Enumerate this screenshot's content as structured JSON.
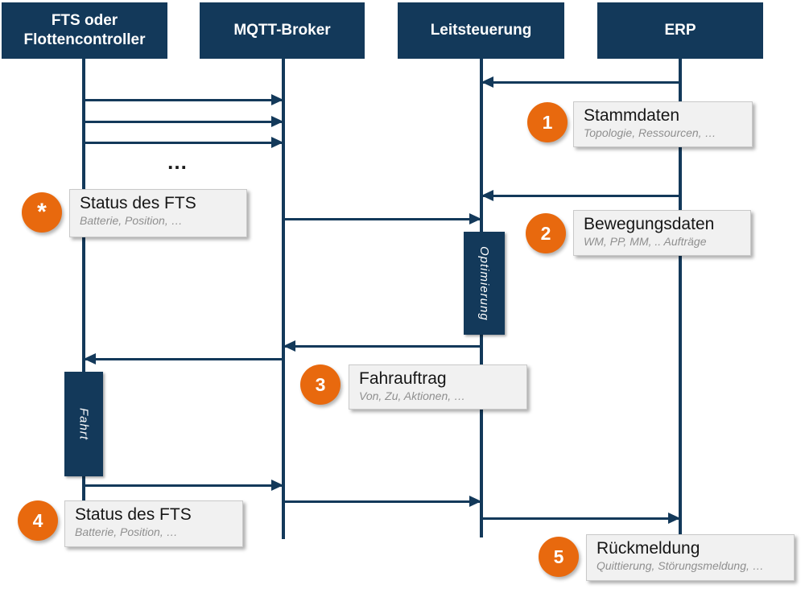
{
  "diagram": {
    "type": "sequence-diagram",
    "actors": [
      {
        "label": "FTS oder Flottencontroller"
      },
      {
        "label": "MQTT-Broker"
      },
      {
        "label": "Leitsteuerung"
      },
      {
        "label": "ERP"
      }
    ],
    "ellipsis": "…",
    "activations": [
      {
        "label": "Optimierung",
        "lifeline": "Leitsteuerung"
      },
      {
        "label": "Fahrt",
        "lifeline": "FTS oder Flottencontroller"
      }
    ],
    "notes": [
      {
        "badge": "1",
        "title": "Stammdaten",
        "subtitle": "Topologie, Ressourcen, …"
      },
      {
        "badge": "*",
        "title": "Status des FTS",
        "subtitle": "Batterie, Position, …"
      },
      {
        "badge": "2",
        "title": "Bewegungsdaten",
        "subtitle": "WM, PP, MM, .. Aufträge"
      },
      {
        "badge": "3",
        "title": "Fahrauftrag",
        "subtitle": "Von, Zu, Aktionen, …"
      },
      {
        "badge": "4",
        "title": "Status des FTS",
        "subtitle": "Batterie, Position, …"
      },
      {
        "badge": "5",
        "title": "Rückmeldung",
        "subtitle": "Quittierung, Störungsmeldung, …"
      }
    ],
    "messages": [
      {
        "from": "ERP",
        "to": "Leitsteuerung"
      },
      {
        "from": "FTS oder Flottencontroller",
        "to": "MQTT-Broker"
      },
      {
        "from": "FTS oder Flottencontroller",
        "to": "MQTT-Broker"
      },
      {
        "from": "FTS oder Flottencontroller",
        "to": "MQTT-Broker"
      },
      {
        "from": "ERP",
        "to": "Leitsteuerung"
      },
      {
        "from": "MQTT-Broker",
        "to": "Leitsteuerung"
      },
      {
        "from": "Leitsteuerung",
        "to": "MQTT-Broker"
      },
      {
        "from": "MQTT-Broker",
        "to": "FTS oder Flottencontroller"
      },
      {
        "from": "FTS oder Flottencontroller",
        "to": "MQTT-Broker"
      },
      {
        "from": "MQTT-Broker",
        "to": "Leitsteuerung"
      },
      {
        "from": "Leitsteuerung",
        "to": "ERP"
      }
    ],
    "colors": {
      "navy": "#13395A",
      "orange": "#E8690E",
      "note_background": "#F1F1F1",
      "note_border": "#C9C9C9",
      "note_title": "#161616",
      "note_subtitle": "#8F8F8F"
    }
  }
}
